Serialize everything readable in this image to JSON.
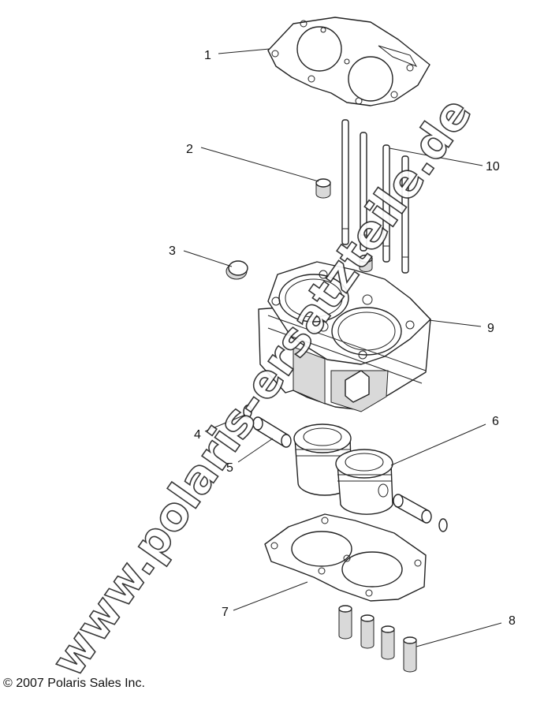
{
  "callouts": {
    "c1": "1",
    "c2": "2",
    "c3": "3",
    "c4": "4",
    "c5": "5",
    "c6": "6",
    "c7": "7",
    "c8": "8",
    "c9": "9",
    "c10": "10"
  },
  "watermark": "www.polaris-ersatzteile.de",
  "copyright": "© 2007 Polaris Sales Inc."
}
